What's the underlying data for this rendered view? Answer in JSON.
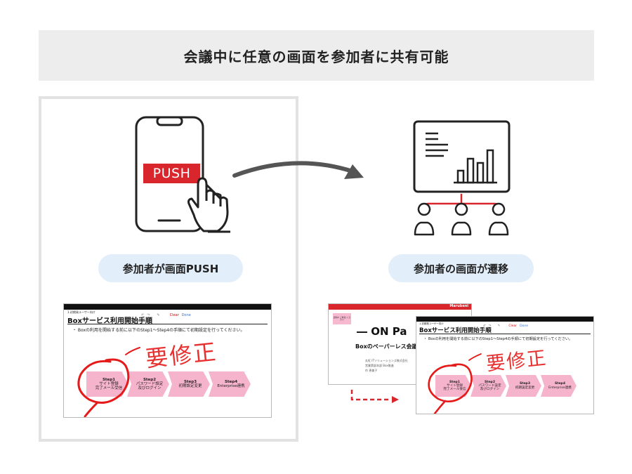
{
  "header": {
    "title": "会議中に任意の画面を参加者に共有可能"
  },
  "phone": {
    "push_label": "PUSH"
  },
  "labels": {
    "left": "参加者が画面PUSH",
    "right": "参加者の画面が遷移"
  },
  "slide": {
    "breadcrumb": "1.初期発ユーザー向け",
    "title": "Boxサービス利用開始手順",
    "bullet": "・ Boxの利用を開始する前に以下のStep1～Step4の手順にて初期設定を行ってください。",
    "toolbar": {
      "clear": "Clear",
      "done": "Done"
    },
    "steps": [
      {
        "step": "Step1",
        "line1": "サイト登録",
        "line2": "完了メール受信"
      },
      {
        "step": "Step2",
        "line1": "パスワード設定",
        "line2": "及びログイン"
      },
      {
        "step": "Step3",
        "line1": "初期設定変更",
        "line2": ""
      },
      {
        "step": "Step4",
        "line1": "Enterprise連携",
        "line2": ""
      }
    ],
    "annotation": "要修正"
  },
  "cover": {
    "logo": "Marubeni",
    "badge": "資料E ご参加 ください",
    "title": "― ON Pa",
    "subtitle": "Boxのペーパーレス会議の",
    "meta1": "丸紅 ITソリューションズ株式会社",
    "meta2": "営業第部本部 Box推進",
    "meta3": "作 恵美子"
  },
  "colors": {
    "accent_red": "#d9262d",
    "chevron_pink": "#f6b3cc",
    "pill_blue": "#e2eef9",
    "header_gray": "#ededed",
    "arrow_gray": "#555555"
  }
}
